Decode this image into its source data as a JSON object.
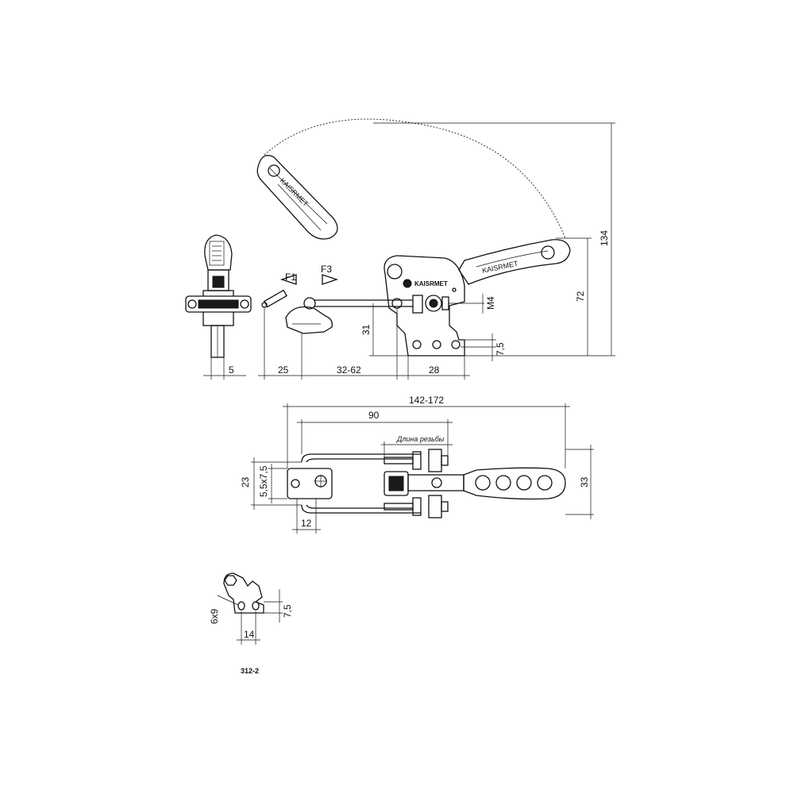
{
  "drawing": {
    "brand_text": "KAISRMET",
    "handle_marking": "KAISRMET",
    "force_labels": {
      "f1": "F1",
      "f3": "F3"
    },
    "side_view": {
      "dimensions": {
        "arm_width": "5",
        "spindle_offset": "25",
        "stroke_range": "32-62",
        "base_length": "28",
        "height_31": "31",
        "height_72": "72",
        "height_134": "134",
        "thread": "M4",
        "hole_7_5": "7,5"
      }
    },
    "top_view": {
      "dimensions": {
        "overall_length": "142-172",
        "length_90": "90",
        "thread_length_label": "Длина резьбы",
        "width_23": "23",
        "slot": "5,5x7,5",
        "width_33": "33",
        "offset_12": "12"
      }
    },
    "base_detail": {
      "dimensions": {
        "holes": "6x9",
        "spacing": "14",
        "offset": "7,5"
      }
    },
    "part_number": "312-2"
  }
}
